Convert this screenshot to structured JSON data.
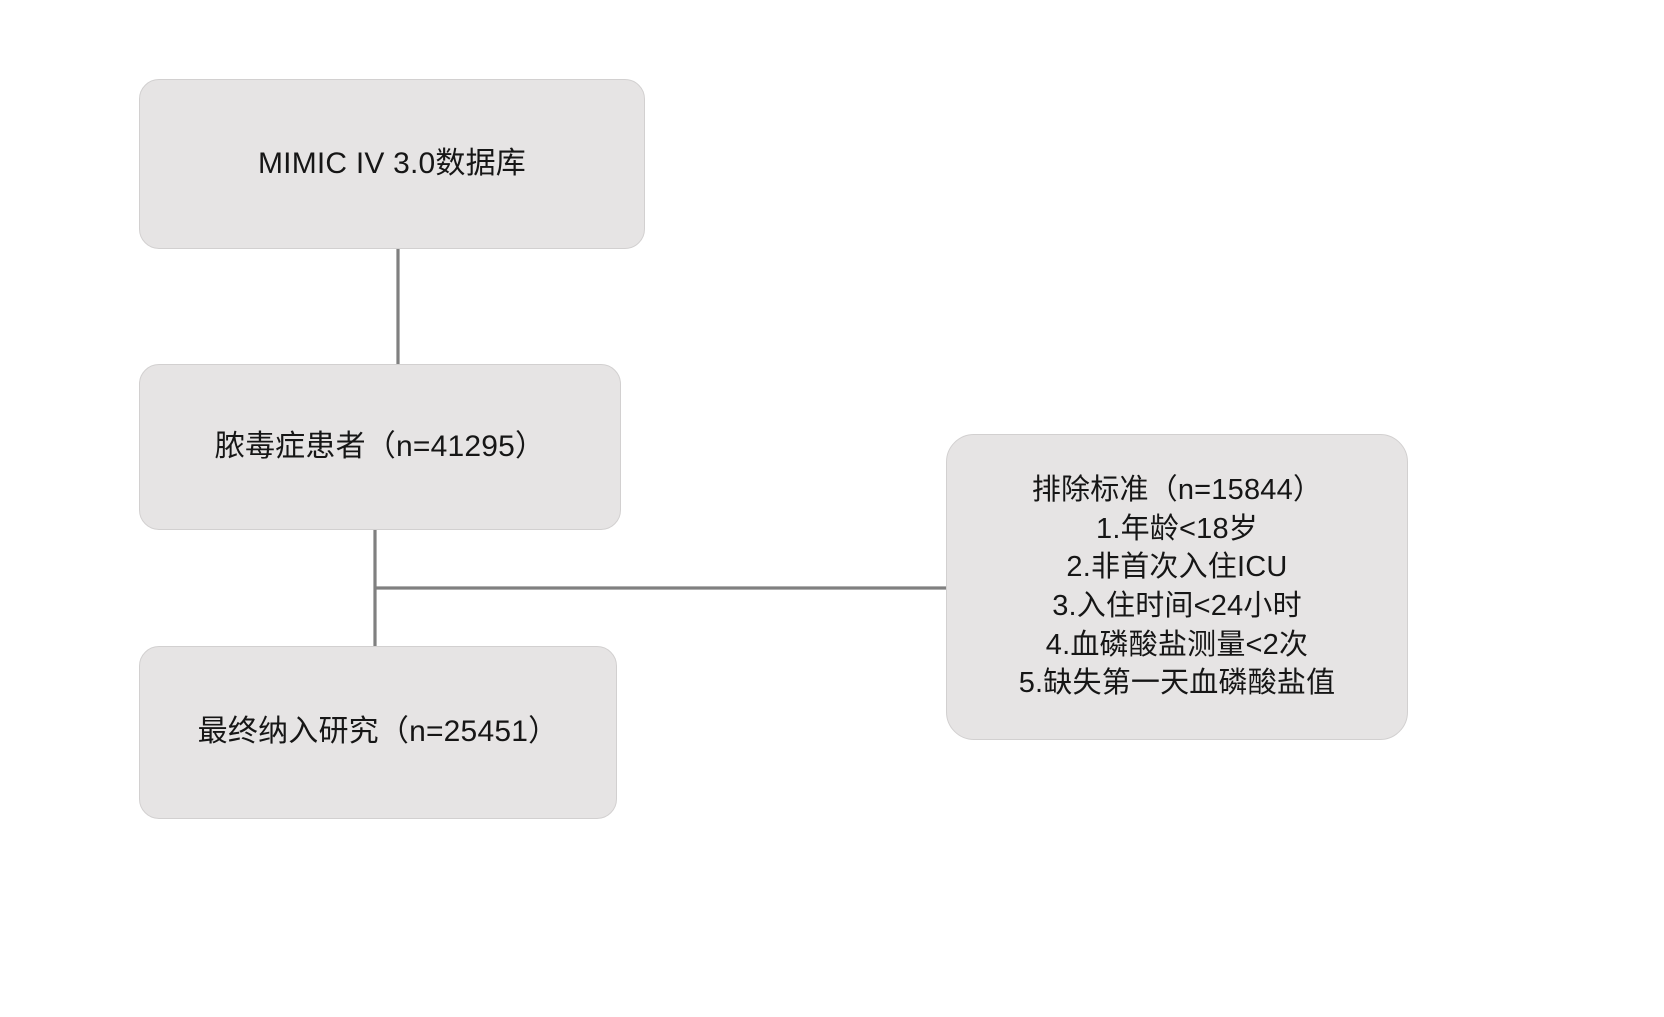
{
  "diagram": {
    "title": "MIMIC IV 3.0 sepsis cohort selection flowchart",
    "background_color": "#ffffff",
    "node_fill_color": "#e6e4e4",
    "node_border_color": "#d2d0d0",
    "connector_color": "#808080",
    "text_color": "#161616"
  },
  "nodes": {
    "database": {
      "label": "MIMIC IV 3.0数据库",
      "count": null
    },
    "sepsis": {
      "label": "脓毒症患者（n=41295）",
      "count": 41295
    },
    "final": {
      "label": "最终纳入研究（n=25451）",
      "count": 25451
    },
    "exclusion": {
      "heading": "排除标准（n=15844）",
      "count": 15844,
      "criteria": [
        "1.年龄<18岁",
        "2.非首次入住ICU",
        "3.入住时间<24小时",
        "4.血磷酸盐测量<2次",
        "5.缺失第一天血磷酸盐值"
      ]
    }
  },
  "connectors": [
    {
      "name": "database-to-sepsis",
      "from": "database",
      "to": "sepsis",
      "kind": "vertical"
    },
    {
      "name": "sepsis-to-final",
      "from": "sepsis",
      "to": "final",
      "kind": "vertical"
    },
    {
      "name": "sepsis-to-exclusion",
      "from": "sepsis",
      "to": "exclusion",
      "kind": "elbow"
    }
  ]
}
